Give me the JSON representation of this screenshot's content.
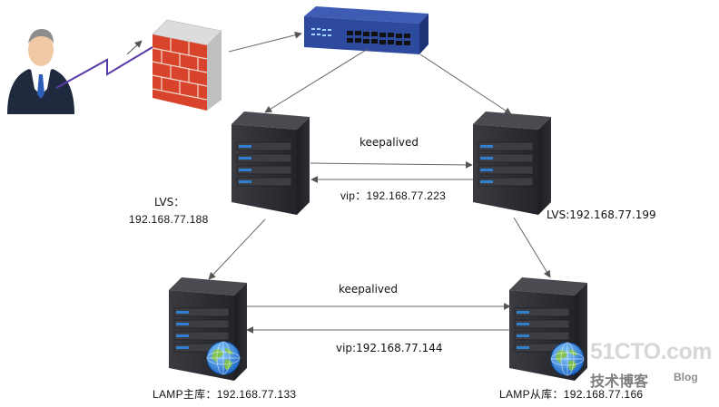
{
  "labels": {
    "lvs_master_name": "LVS：",
    "lvs_master_ip": "192.168.77.188",
    "lvs_backup": "LVS:192.168.77.199",
    "keepalived_top": "keepalived",
    "vip_top": "vip：192.168.77.223",
    "keepalived_bottom": "keepalived",
    "vip_bottom": "vip:192.168.77.144",
    "lamp_master": "LAMP主库：192.168.77.133",
    "lamp_slave": "LAMP从库：192.168.77.166"
  },
  "watermark": {
    "site": "51CTO.com",
    "subtitle": "技术博客",
    "blog": "Blog"
  },
  "colors": {
    "server_body": "#2b2c30",
    "server_led": "#2f7fd3",
    "firewall_brick": "#d8432b",
    "switch_blue": "#2e4a9e",
    "arrow": "#666666",
    "signal": "#5a3aa8"
  }
}
